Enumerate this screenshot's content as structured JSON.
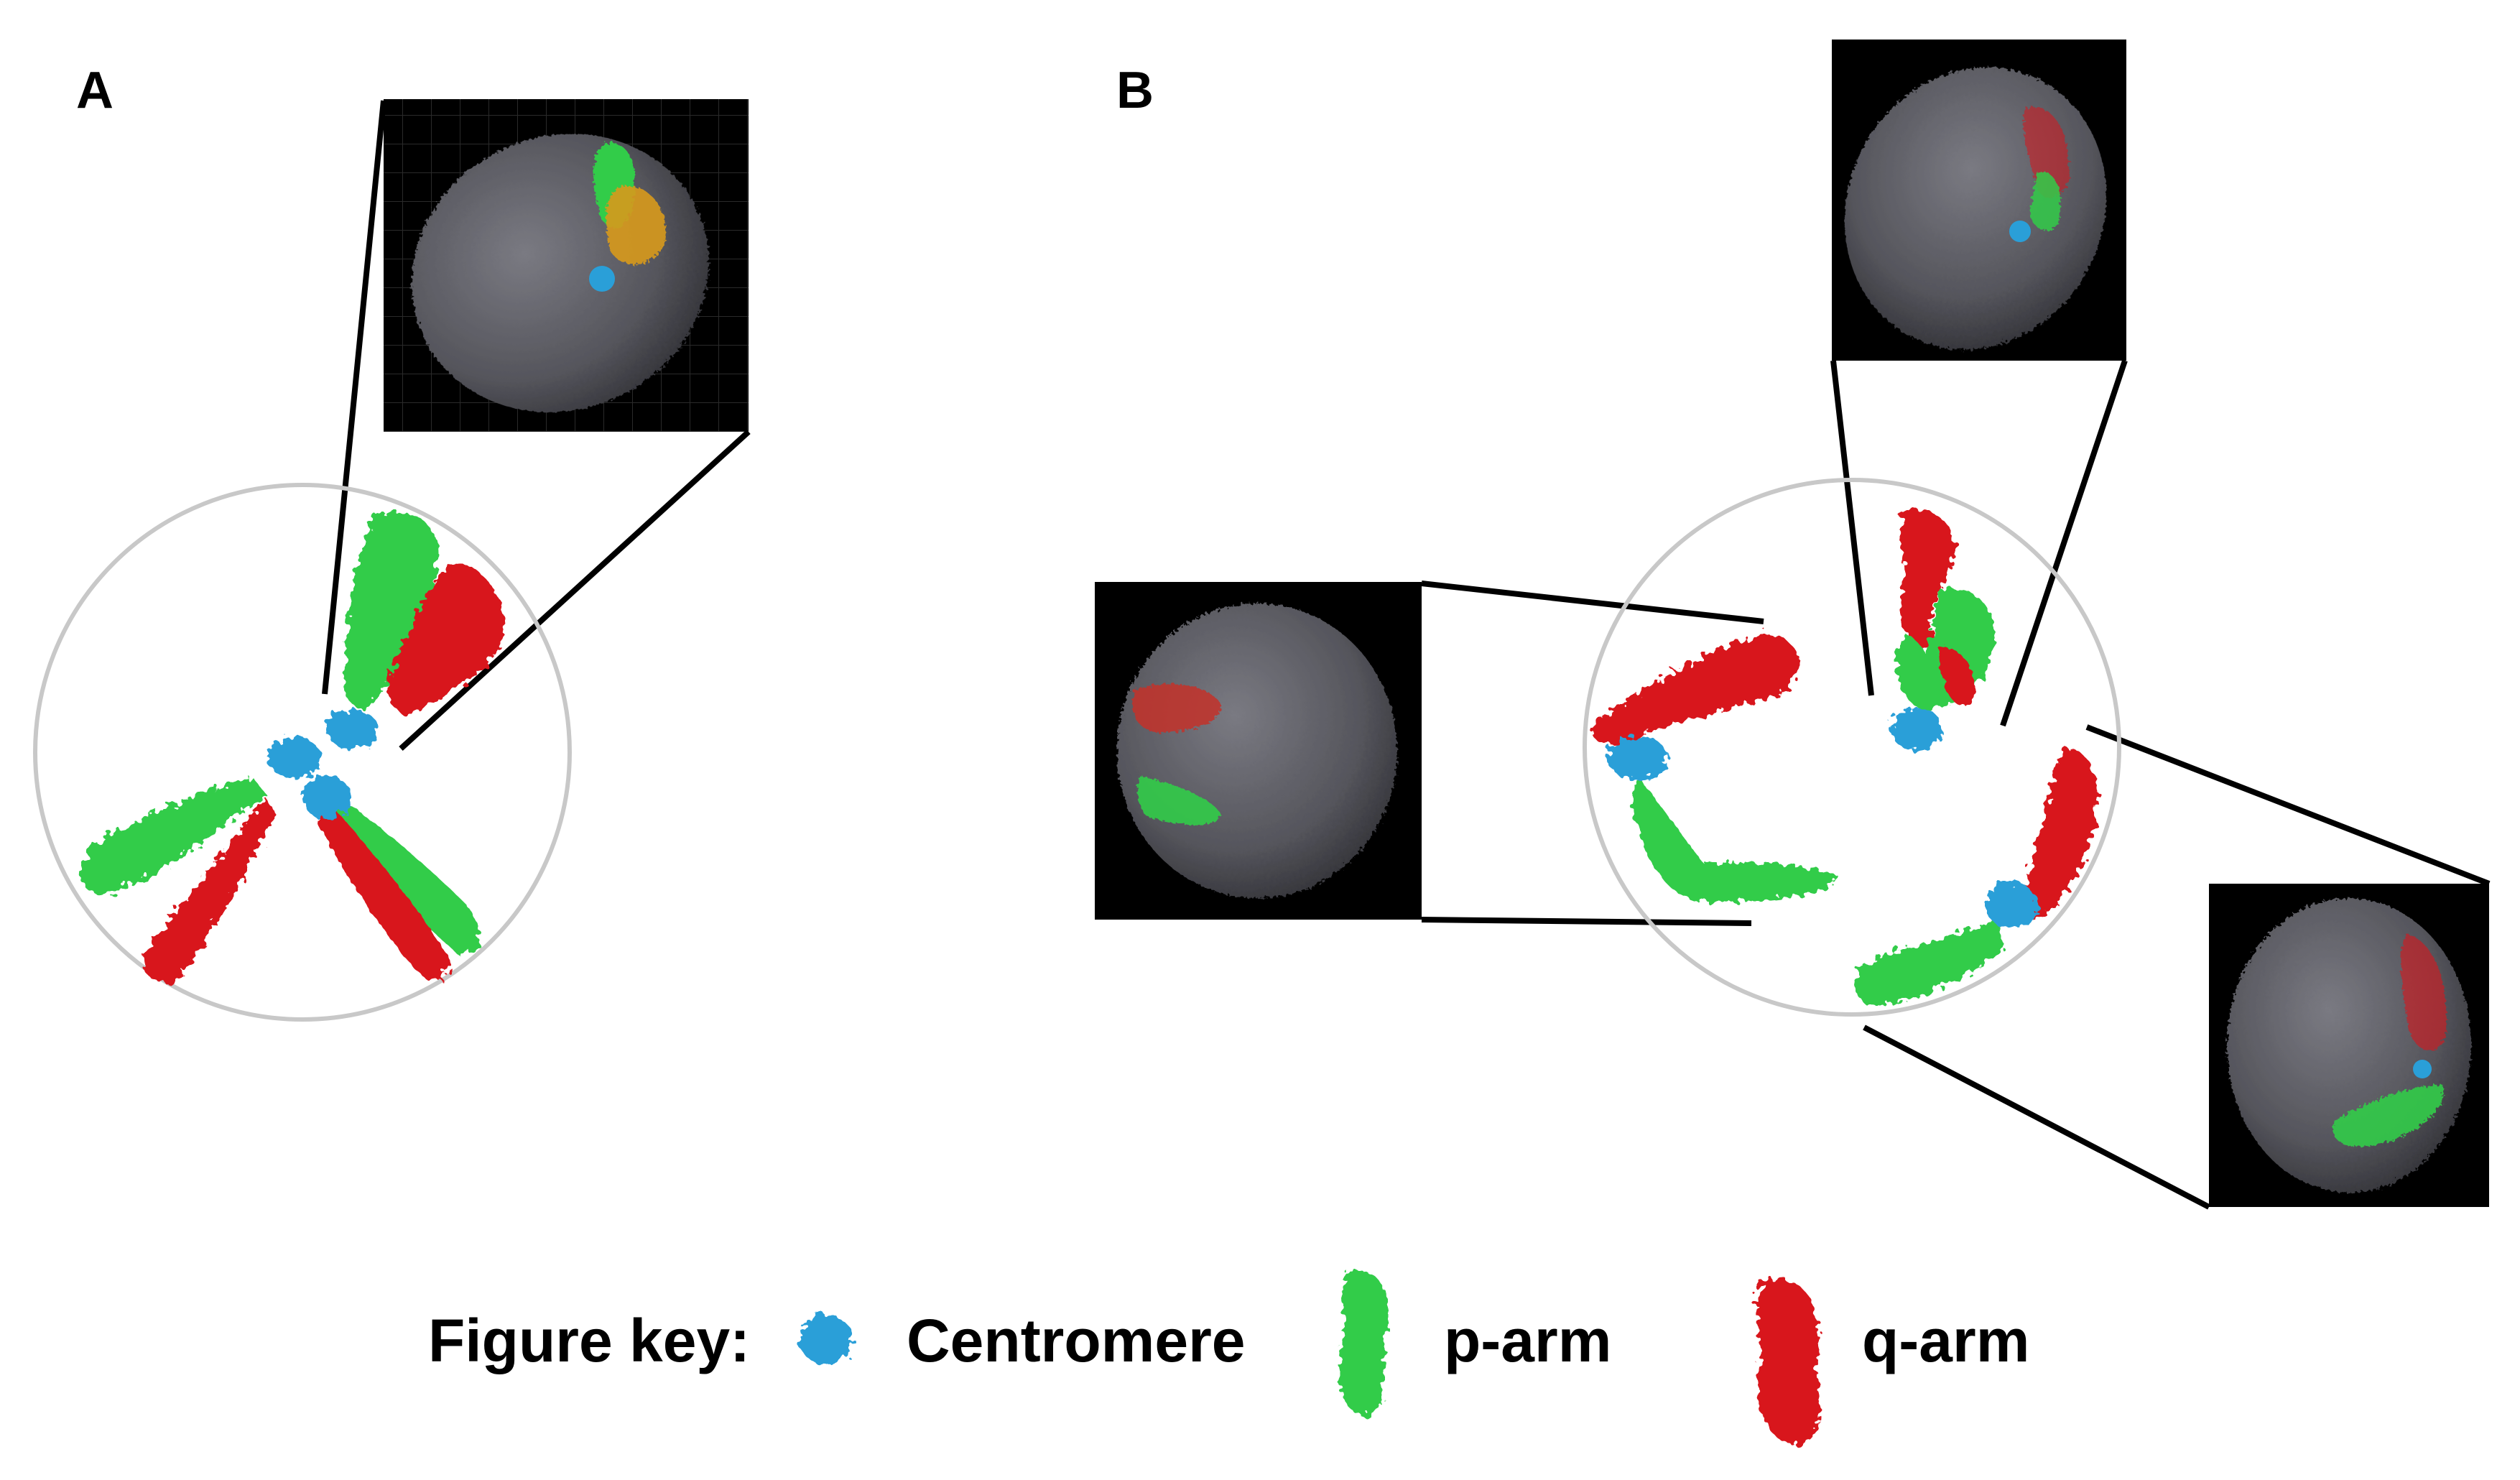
{
  "panels": {
    "a": {
      "label": "A"
    },
    "b": {
      "label": "B"
    }
  },
  "key": {
    "title": "Figure key:",
    "items": [
      {
        "label": "Centromere",
        "color": "#2a9fd8"
      },
      {
        "label": "p-arm",
        "color": "#33cc4a"
      },
      {
        "label": "q-arm",
        "color": "#d8141e"
      }
    ]
  },
  "colors": {
    "centromere": "#2a9fd8",
    "p_arm": "#33cc4a",
    "q_arm": "#d8141e",
    "nucleus_outline": "#c8c8c8",
    "inset_background": "#000000",
    "nucleus_surface": "#5a5a62",
    "orange_label": "#d89a1a"
  }
}
